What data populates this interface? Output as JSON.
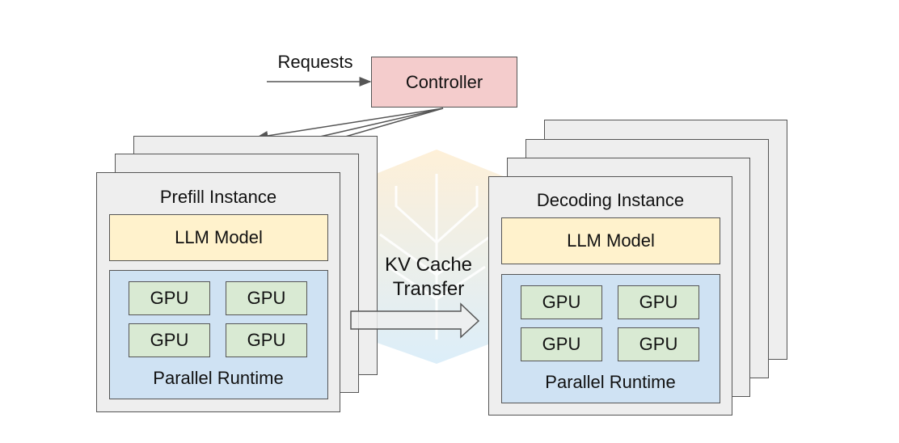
{
  "diagram": {
    "requests_label": "Requests",
    "controller_label": "Controller",
    "prefill": {
      "title": "Prefill Instance",
      "model_label": "LLM Model",
      "gpus": [
        "GPU",
        "GPU",
        "GPU",
        "GPU"
      ],
      "runtime_label": "Parallel Runtime"
    },
    "decoding": {
      "title": "Decoding Instance",
      "model_label": "LLM Model",
      "gpus": [
        "GPU",
        "GPU",
        "GPU",
        "GPU"
      ],
      "runtime_label": "Parallel Runtime"
    },
    "transfer_label_line1": "KV Cache",
    "transfer_label_line2": "Transfer"
  },
  "colors": {
    "controller_fill": "#f4cccc",
    "model_fill": "#fff2cc",
    "runtime_fill": "#cfe2f3",
    "gpu_fill": "#d9ead3",
    "instance_fill": "#eeeeee"
  }
}
